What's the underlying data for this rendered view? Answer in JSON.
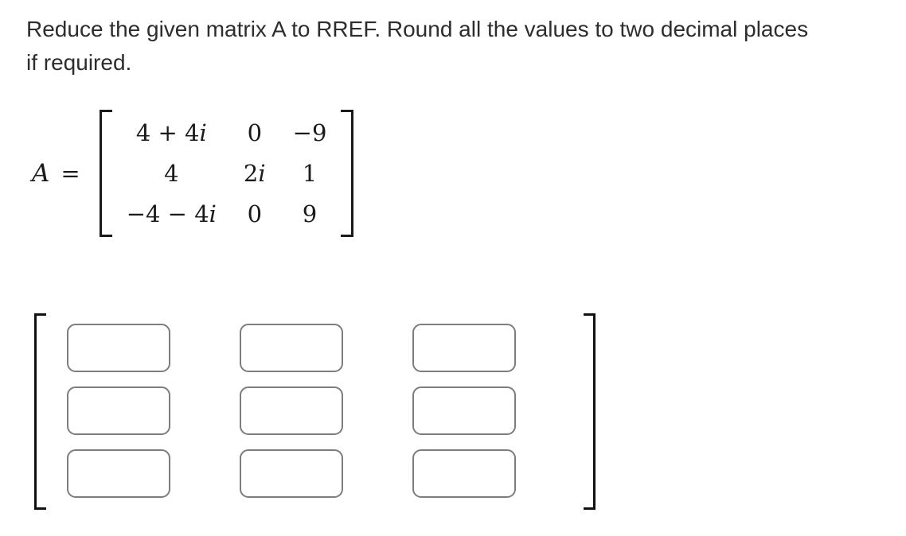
{
  "question": {
    "lines": [
      "Reduce the given matrix A to RREF. Round all the values to two decimal places",
      "if required."
    ]
  },
  "matrix": {
    "label": "A",
    "equals": "=",
    "rows": [
      [
        "4 + 4i",
        "0",
        "−9"
      ],
      [
        "4",
        "2i",
        "1"
      ],
      [
        "−4 − 4i",
        "0",
        "9"
      ]
    ]
  },
  "answer": {
    "rows": 3,
    "cols": 3,
    "inputs": [
      [
        "",
        "",
        ""
      ],
      [
        "",
        "",
        ""
      ],
      [
        "",
        "",
        ""
      ]
    ]
  },
  "colors": {
    "text": "#2d2d2d",
    "math": "#1a1a1a",
    "box_border": "#7d7d7d",
    "bracket": "#111111"
  }
}
